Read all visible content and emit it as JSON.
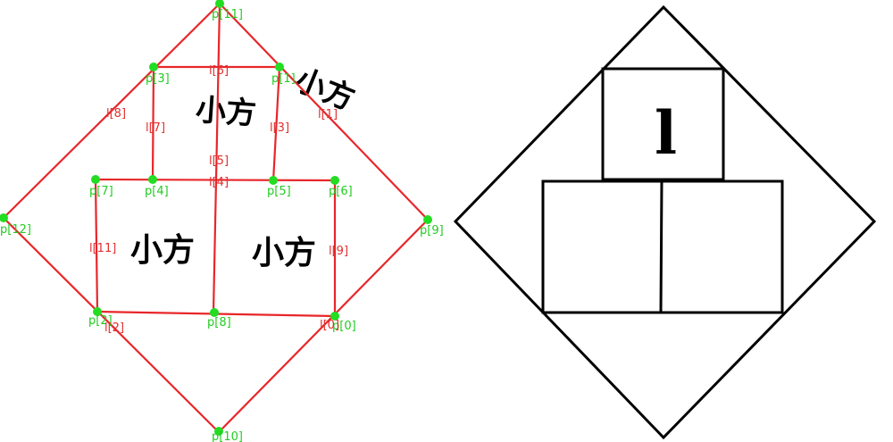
{
  "colors": {
    "line": "#e8262a",
    "point": "#22dd22",
    "point_label": "#22cc22",
    "line_label": "#e03030",
    "ink": "#000000"
  },
  "annotated_panel": {
    "points": [
      {
        "id": "p0",
        "label": "p[0]"
      },
      {
        "id": "p1",
        "label": "p[1]"
      },
      {
        "id": "p2",
        "label": "p[2]"
      },
      {
        "id": "p3",
        "label": "p[3]"
      },
      {
        "id": "p4",
        "label": "p[4]"
      },
      {
        "id": "p5",
        "label": "p[5]"
      },
      {
        "id": "p6",
        "label": "p[6]"
      },
      {
        "id": "p7",
        "label": "p[7]"
      },
      {
        "id": "p8",
        "label": "p[8]"
      },
      {
        "id": "p9",
        "label": "p[9]"
      },
      {
        "id": "p10",
        "label": "p[10]"
      },
      {
        "id": "p11",
        "label": "p[11]"
      },
      {
        "id": "p12",
        "label": "p[12]"
      }
    ],
    "lines": [
      {
        "id": "l0",
        "label": "l[0]"
      },
      {
        "id": "l1",
        "label": "l[1]"
      },
      {
        "id": "l2",
        "label": "l[2]"
      },
      {
        "id": "l3",
        "label": "l[3]"
      },
      {
        "id": "l4",
        "label": "l[4]"
      },
      {
        "id": "l5",
        "label": "l[5]"
      },
      {
        "id": "l6",
        "label": "l[6]"
      },
      {
        "id": "l7",
        "label": "l[7]"
      },
      {
        "id": "l8",
        "label": "l[8]"
      },
      {
        "id": "l9",
        "label": "l[9]"
      },
      {
        "id": "l11",
        "label": "l[11]"
      }
    ],
    "handwriting": {
      "top_box": "小方",
      "left_box": "小方",
      "right_box": "小方",
      "upper_right": "小方"
    }
  },
  "clean_panel": {
    "handwriting": {
      "top_box": "l"
    }
  }
}
